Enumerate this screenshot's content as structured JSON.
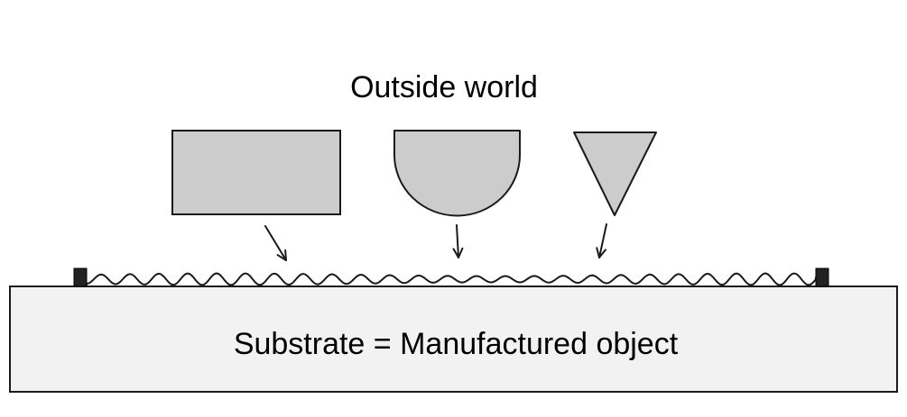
{
  "diagram": {
    "title": "Outside world",
    "substrate_label": "Substrate = Manufactured object",
    "shapes": [
      "rectangle",
      "semicircle",
      "inverted-triangle"
    ],
    "colors": {
      "shape_fill": "#cccccc",
      "substrate_fill": "#f2f2f2",
      "stroke": "#1a1a1a",
      "anchor_fill": "#222222",
      "background": "#ffffff"
    }
  }
}
